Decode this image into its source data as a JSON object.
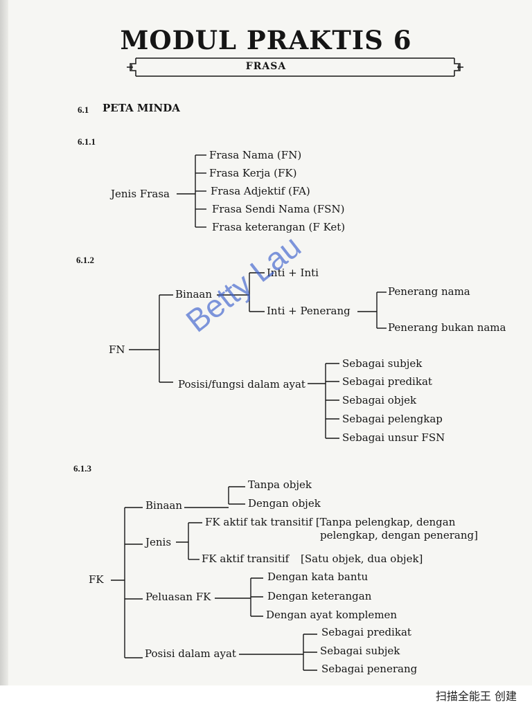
{
  "title": "MODUL PRAKTIS 6",
  "banner": "FRASA",
  "section": {
    "number": "6.1",
    "label": "PETA MINDA"
  },
  "diagram1": {
    "number": "6.1.1",
    "root": "Jenis Frasa",
    "items": [
      "Frasa Nama (FN)",
      "Frasa Kerja (FK)",
      "Frasa Adjektif (FA)",
      "Frasa Sendi Nama (FSN)",
      "Frasa keterangan (F Ket)"
    ]
  },
  "diagram2": {
    "number": "6.1.2",
    "root": "FN",
    "binaan": "Binaan",
    "binaan_items": [
      "Inti + Inti",
      "Inti + Penerang"
    ],
    "penerang_items": [
      "Penerang nama",
      "Penerang bukan nama"
    ],
    "posisi": "Posisi/fungsi dalam ayat",
    "posisi_items": [
      "Sebagai subjek",
      "Sebagai predikat",
      "Sebagai objek",
      "Sebagai pelengkap",
      "Sebagai unsur FSN"
    ]
  },
  "diagram3": {
    "number": "6.1.3",
    "root": "FK",
    "binaan": "Binaan",
    "binaan_items": [
      "Tanpa objek",
      "Dengan objek"
    ],
    "jenis": "Jenis",
    "jenis_items": [
      "FK aktif tak transitif [Tanpa pelengkap, dengan",
      "pelengkap, dengan penerang]",
      "FK aktif transitif",
      "[Satu objek, dua objek]"
    ],
    "peluasan": "Peluasan FK",
    "peluasan_items": [
      "Dengan kata bantu",
      "Dengan keterangan",
      "Dengan ayat komplemen"
    ],
    "posisi": "Posisi dalam ayat",
    "posisi_items": [
      "Sebagai predikat",
      "Sebagai subjek",
      "Sebagai penerang"
    ]
  },
  "watermark": "Betty Lau",
  "scanner_mark": "扫描全能王 创建"
}
